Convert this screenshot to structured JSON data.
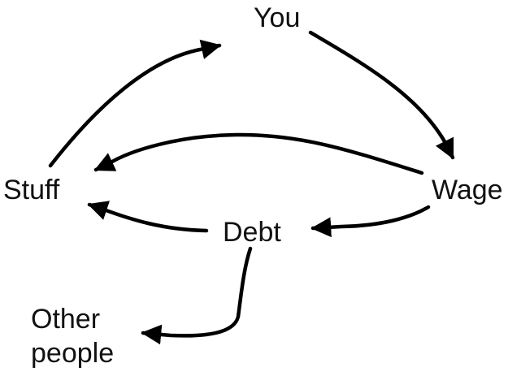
{
  "diagram": {
    "nodes": {
      "you": "You",
      "stuff": "Stuff",
      "wage": "Wage",
      "debt": "Debt",
      "other_line1": "Other",
      "other_line2": "people"
    },
    "edges": [
      {
        "from": "Stuff",
        "to": "You"
      },
      {
        "from": "You",
        "to": "Wage"
      },
      {
        "from": "Wage",
        "to": "Stuff"
      },
      {
        "from": "Wage",
        "to": "Debt"
      },
      {
        "from": "Debt",
        "to": "Stuff"
      },
      {
        "from": "Debt",
        "to": "Other people"
      }
    ],
    "colors": {
      "stroke": "#000000",
      "text": "#111111",
      "background": "#ffffff"
    }
  }
}
